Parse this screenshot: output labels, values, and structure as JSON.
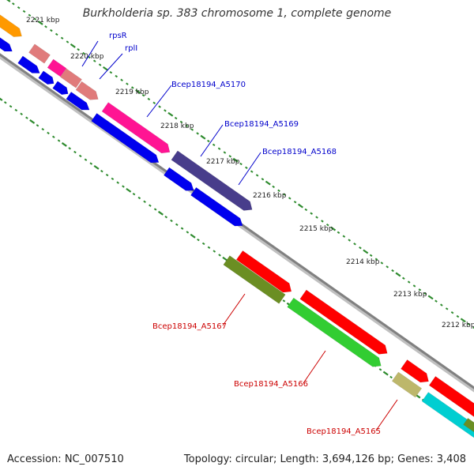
{
  "title": "Burkholderia sp. 383 chromosome 1, complete genome",
  "footer": {
    "accession": "Accession: NC_007510",
    "summary": "Topology: circular; Length: 3,694,126 bp; Genes: 3,408"
  },
  "colors": {
    "background": "#ffffff",
    "backbone": "#808080",
    "ticks": "#2e8b2e",
    "label_blue": "#0000cc",
    "label_red": "#cc0000",
    "blue_gene": "#0000ee",
    "orange": "#ff9900",
    "salmon": "#e07b7b",
    "magenta": "#ff1493",
    "slate": "#483d8b",
    "red": "#ff0000",
    "olive": "#6b8e23",
    "green": "#32cd32",
    "khaki": "#bdb76b",
    "cyan": "#00ced1"
  },
  "kbp_labels": [
    "2221 kbp",
    "2220 kbp",
    "2219 kbp",
    "2218 kbp",
    "2217 kbp",
    "2216 kbp",
    "2215 kbp",
    "2214 kbp",
    "2213 kbp",
    "2212 kbp"
  ],
  "gene_labels": [
    {
      "name": "rpsR",
      "color": "blue"
    },
    {
      "name": "rplI",
      "color": "blue"
    },
    {
      "name": "Bcep18194_A5170",
      "color": "blue"
    },
    {
      "name": "Bcep18194_A5169",
      "color": "blue"
    },
    {
      "name": "Bcep18194_A5168",
      "color": "blue"
    },
    {
      "name": "Bcep18194_A5167",
      "color": "red"
    },
    {
      "name": "Bcep18194_A5166",
      "color": "red"
    },
    {
      "name": "Bcep18194_A5165",
      "color": "red"
    }
  ]
}
